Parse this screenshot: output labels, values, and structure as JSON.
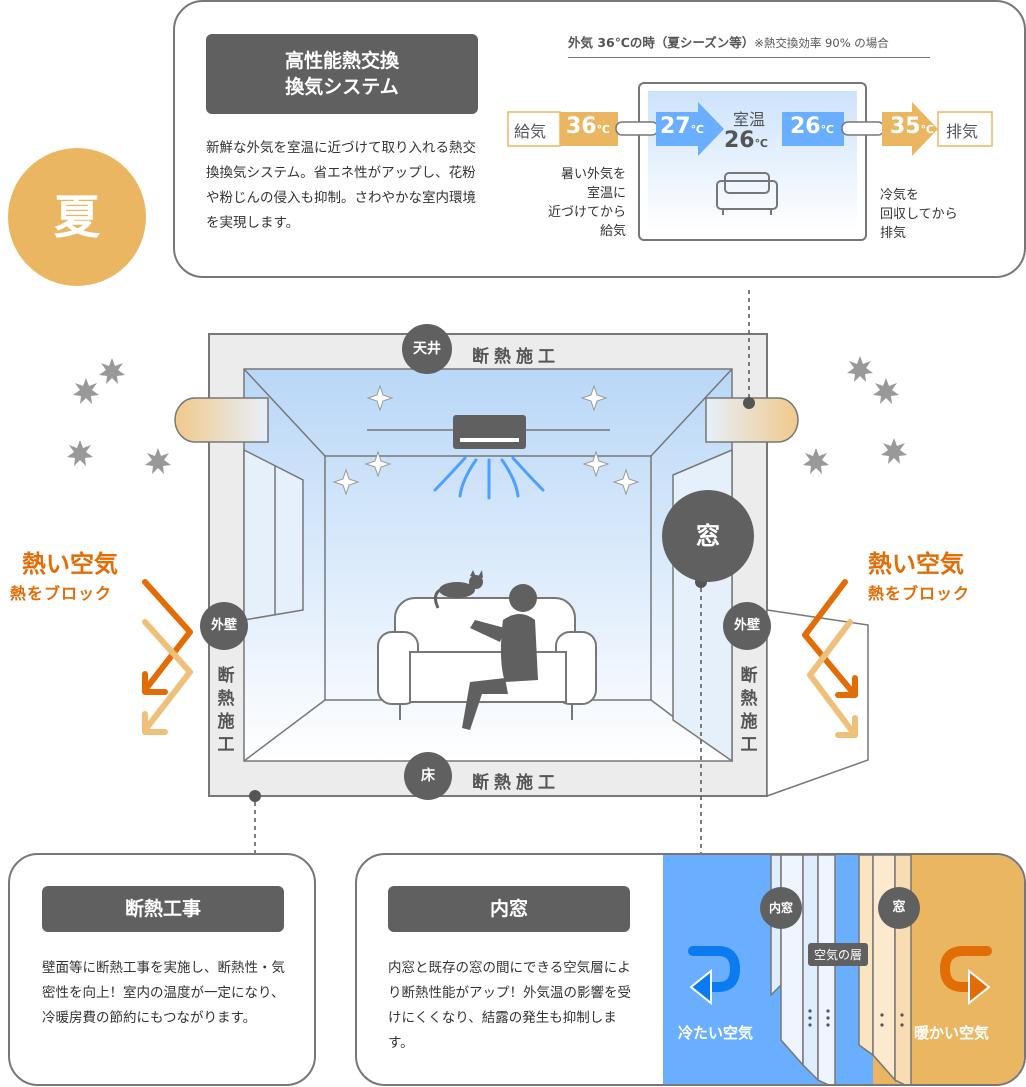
{
  "season_badge": "夏",
  "ventilation": {
    "title_line1": "高性能熱交換",
    "title_line2": "換気システム",
    "description": "新鮮な外気を室温に近づけて取り入れる熱交換換気システム。省エネ性がアップし、花粉や粉じんの侵入も抑制。さわやかな室内環境を実現します。",
    "condition_main": "外気 36℃の時（夏シーズン等）",
    "condition_note": "※熱交換効率 90% の場合",
    "supply_label": "給気",
    "exhaust_label": "排気",
    "temp_outside_in": "36",
    "temp_supply": "27",
    "room_label": "室温",
    "room_temp": "26",
    "temp_return": "26",
    "temp_outside_out": "35",
    "unit": "℃",
    "note_left": "暑い外気を\n室温に\n近づけてから\n給気",
    "note_right": "冷気を\n回収してから\n排気"
  },
  "house": {
    "ceiling_badge": "天井",
    "ceiling_text": "断熱施工",
    "floor_badge": "床",
    "floor_text": "断熱施工",
    "wall_badge_left": "外壁",
    "wall_badge_right": "外壁",
    "wall_text_left": "断熱施工",
    "wall_text_right": "断熱施工",
    "window_badge": "窓",
    "hot_air_left_line1": "熱い空気",
    "hot_air_left_line2": "熱をブロック",
    "hot_air_right_line1": "熱い空気",
    "hot_air_right_line2": "熱をブロック"
  },
  "insulation": {
    "title": "断熱工事",
    "description": "壁面等に断熱工事を実施し、断熱性・気密性を向上！室内の温度が一定になり、冷暖房費の節約にもつながります。"
  },
  "inner_window": {
    "title": "内窓",
    "description": "内窓と既存の窓の間にできる空気層により断熱性能がアップ！外気温の影響を受けにくくなり、結露の発生も抑制します。",
    "badge_inner": "内窓",
    "badge_window": "窓",
    "air_layer_label": "空気の層",
    "cold_air_label": "冷たい空気",
    "warm_air_label": "暖かい空気"
  },
  "colors": {
    "season_orange": "#ebb661",
    "hot_orange": "#e26d06",
    "hot_light": "#eec07a",
    "cool_blue": "#6aaeff",
    "badge_gray": "#606060"
  }
}
